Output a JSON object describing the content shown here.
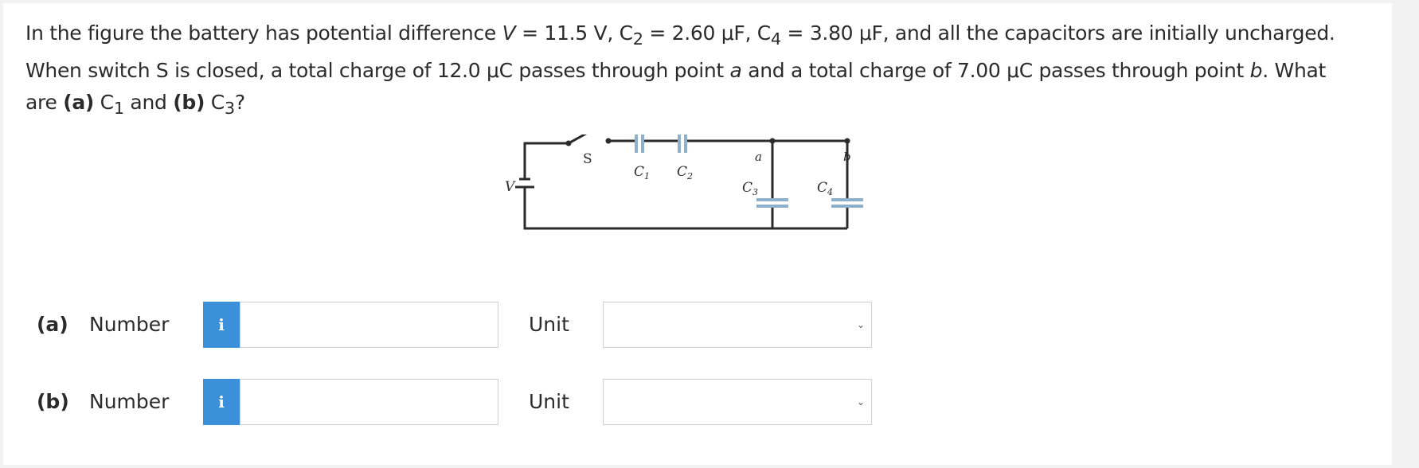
{
  "question": {
    "line1": {
      "p1": "In the figure the battery has potential difference ",
      "v_var": "V",
      "p2": " = 11.5 V, C",
      "sub2": "2",
      "p3": " = 2.60 μF, C",
      "sub4": "4",
      "p4": " = 3.80 μF, and all the capacitors are initially uncharged."
    },
    "line2": {
      "p1": "When switch S is closed, a total charge of 12.0 μC passes through point ",
      "a_var": "a",
      "p2": " and a total charge of 7.00 μC passes through point ",
      "b_var": "b",
      "p3": ". What"
    },
    "line3": {
      "p1": "are ",
      "part_a": "(a)",
      "p2": " C",
      "sub1": "1",
      "p3": " and ",
      "part_b": "(b)",
      "p4": " C",
      "sub3": "3",
      "p5": "?"
    }
  },
  "figure": {
    "battery_label": "V",
    "switch_label": "S",
    "c1": "C",
    "c1_sub": "1",
    "c2": "C",
    "c2_sub": "2",
    "c3": "C",
    "c3_sub": "3",
    "c4": "C",
    "c4_sub": "4",
    "point_a": "a",
    "point_b": "b",
    "wire_color": "#2b2b2b",
    "plate_color": "#8fb0cc"
  },
  "answers": [
    {
      "part": "(a)",
      "number_label": "Number",
      "info": "i",
      "value": "",
      "unit_label": "Unit",
      "unit_value": ""
    },
    {
      "part": "(b)",
      "number_label": "Number",
      "info": "i",
      "value": "",
      "unit_label": "Unit",
      "unit_value": ""
    }
  ],
  "colors": {
    "info_button": "#3c8fd9",
    "input_border": "#cfcfcf"
  },
  "icons": {
    "info": "info-icon",
    "dropdown": "chevron-down-icon"
  }
}
